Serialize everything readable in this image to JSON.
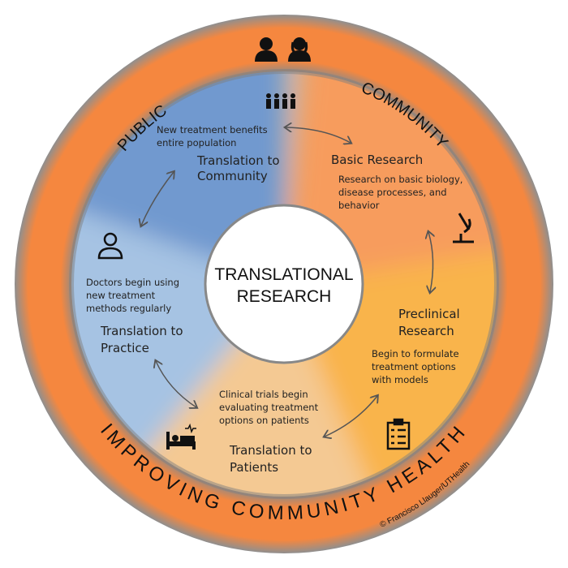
{
  "ring": {
    "left": "PUBLIC",
    "right": "COMMUNITY",
    "bottom": "IMPROVING COMMUNITY HEALTH"
  },
  "center": {
    "line1": "TRANSLATIONAL",
    "line2": "RESEARCH"
  },
  "stages": {
    "community": {
      "title1": "Translation to",
      "title2": "Community",
      "desc1": "New treatment benefits",
      "desc2": "entire population",
      "icon": "group-of-people-icon",
      "color": "#7199cf"
    },
    "basic": {
      "title1": "Basic Research",
      "desc1": "Research on basic biology,",
      "desc2": "disease processes, and",
      "desc3": "behavior",
      "icon": "microscope-icon",
      "color": "#f79c5d"
    },
    "preclinical": {
      "title1": "Preclinical",
      "title2": "Research",
      "desc1": "Begin to formulate",
      "desc2": "treatment options",
      "desc3": "with models",
      "icon": "clipboard-checklist-icon",
      "color": "#f9b44c"
    },
    "patients": {
      "title1": "Translation to",
      "title2": "Patients",
      "desc1": "Clinical trials begin",
      "desc2": "evaluating treatment",
      "desc3": "options on patients",
      "icon": "hospital-bed-icon",
      "color": "#f4c993"
    },
    "practice": {
      "title1": "Translation to",
      "title2": "Practice",
      "desc1": "Doctors begin using",
      "desc2": "new treatment",
      "desc3": "methods regularly",
      "icon": "doctor-icon",
      "color": "#a6c3e3"
    }
  },
  "credit": "© Francisco Llauger/UTHealth",
  "colors": {
    "ring": "#f5873f",
    "ring_edge": "#8a8a8a"
  }
}
